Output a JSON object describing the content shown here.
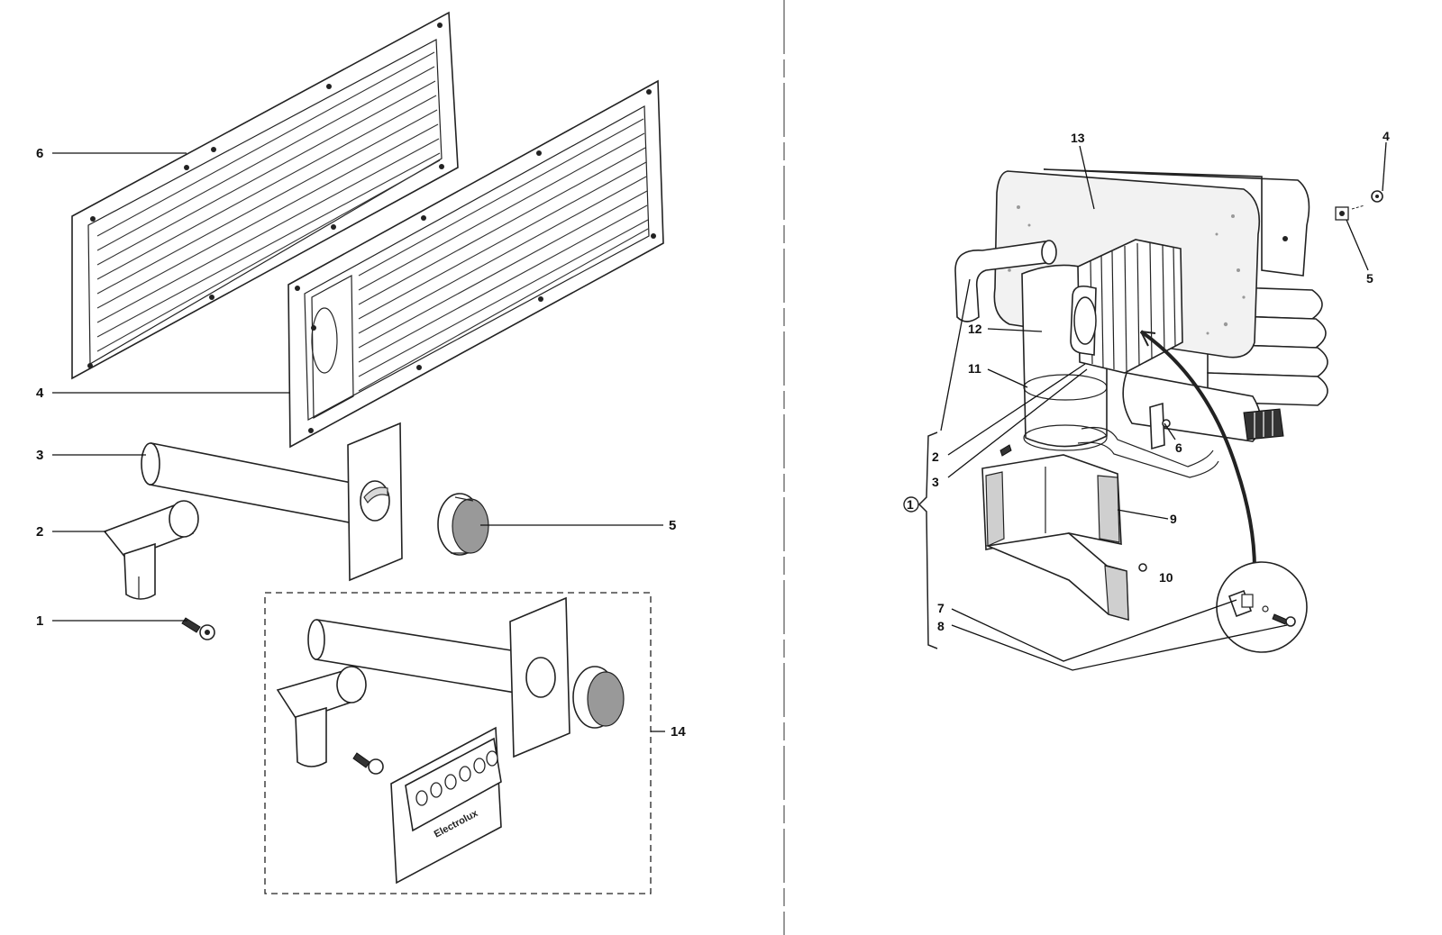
{
  "left_panel": {
    "callouts": [
      "6",
      "4",
      "3",
      "2",
      "1",
      "5",
      "14"
    ]
  },
  "right_panel": {
    "callouts": [
      "13",
      "4",
      "5",
      "12",
      "11",
      "2",
      "3",
      "6",
      "9",
      "10",
      "7",
      "8"
    ],
    "assembly_number": "1"
  },
  "brand_text": "Electrolux"
}
